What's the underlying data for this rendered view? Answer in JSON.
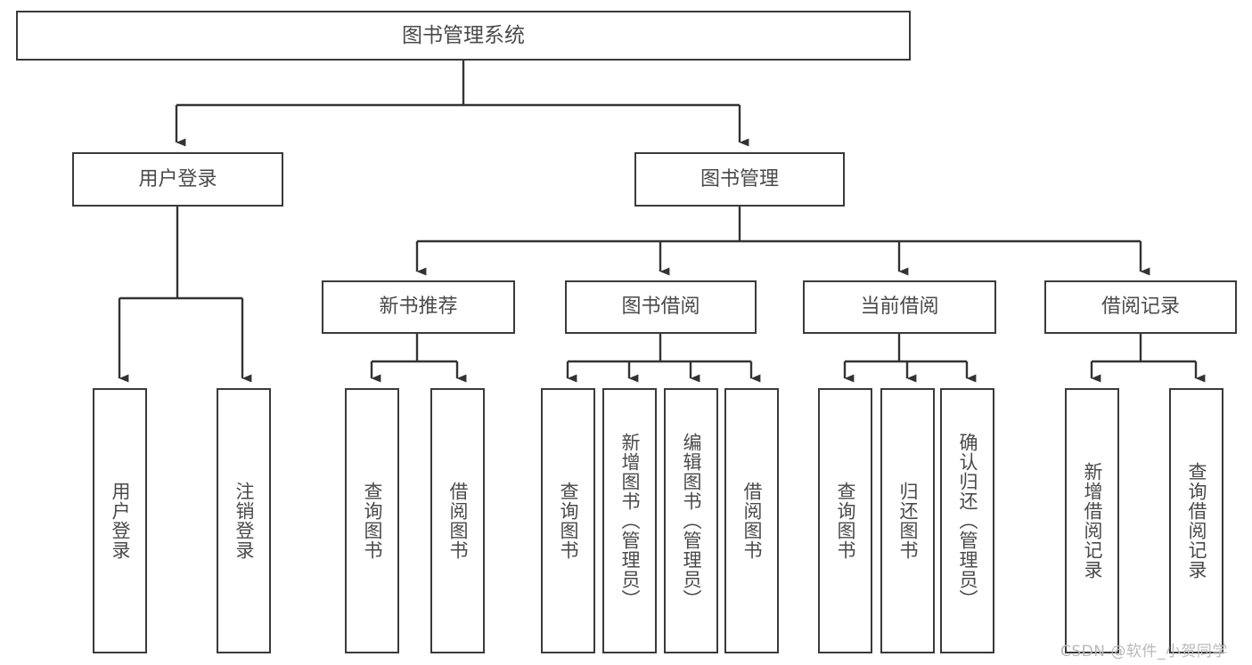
{
  "diagram": {
    "title": "图书管理系统",
    "type": "tree",
    "watermark": "CSDN @软件_小贺同学",
    "colors": {
      "box_border": "#3a3a3a",
      "box_fill": "#ffffff",
      "text": "#4a4a4a",
      "connector": "#333333",
      "watermark": "#b9b9b9",
      "background": "#ffffff"
    },
    "nodes": {
      "root": {
        "label": "图书管理系统"
      },
      "level2": [
        {
          "label": "用户登录"
        },
        {
          "label": "图书管理"
        }
      ],
      "level3": [
        {
          "label": "新书推荐"
        },
        {
          "label": "图书借阅"
        },
        {
          "label": "当前借阅"
        },
        {
          "label": "借阅记录"
        }
      ],
      "leaves": {
        "user_login": [
          {
            "label": "用户登录"
          },
          {
            "label": "注销登录"
          }
        ],
        "new_book_recommend": [
          {
            "label": "查询图书"
          },
          {
            "label": "借阅图书"
          }
        ],
        "book_borrow": [
          {
            "label": "查询图书"
          },
          {
            "label": "新增图书（管理员）"
          },
          {
            "label": "编辑图书（管理员）"
          },
          {
            "label": "借阅图书"
          }
        ],
        "current_borrow": [
          {
            "label": "查询图书"
          },
          {
            "label": "归还图书"
          },
          {
            "label": "确认归还（管理员）"
          }
        ],
        "borrow_record": [
          {
            "label": "新增借阅记录"
          },
          {
            "label": "查询借阅记录"
          }
        ]
      }
    }
  }
}
